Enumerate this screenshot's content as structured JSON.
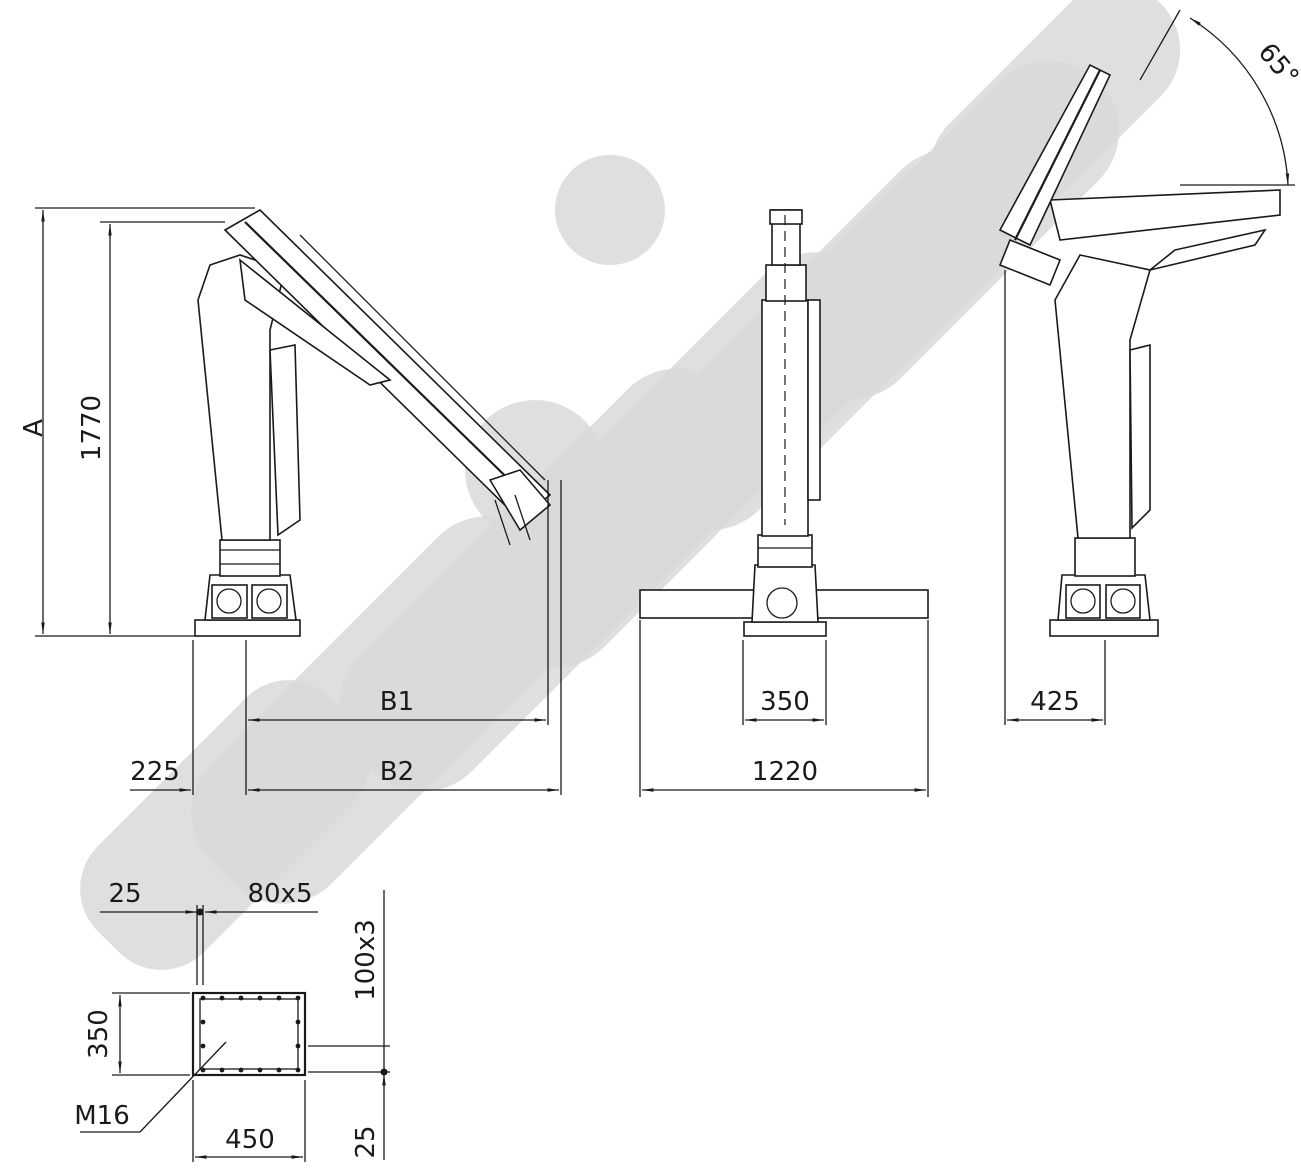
{
  "watermark": {
    "color": "#d9d9d9"
  },
  "dimensions": {
    "side_view": {
      "height_a": "A",
      "height_total": "1770",
      "reach_b1": "B1",
      "reach_b2": "B2",
      "offset": "225"
    },
    "front_view": {
      "base_width": "350",
      "outrigger_width": "1220"
    },
    "folded_view": {
      "angle": "65°",
      "offset": "425"
    },
    "base_plate": {
      "edge_offset_x": "25",
      "spacing_x": "80x5",
      "spacing_y": "100x3",
      "depth": "350",
      "width": "450",
      "edge_offset_y": "25",
      "bolt": "M16"
    }
  }
}
